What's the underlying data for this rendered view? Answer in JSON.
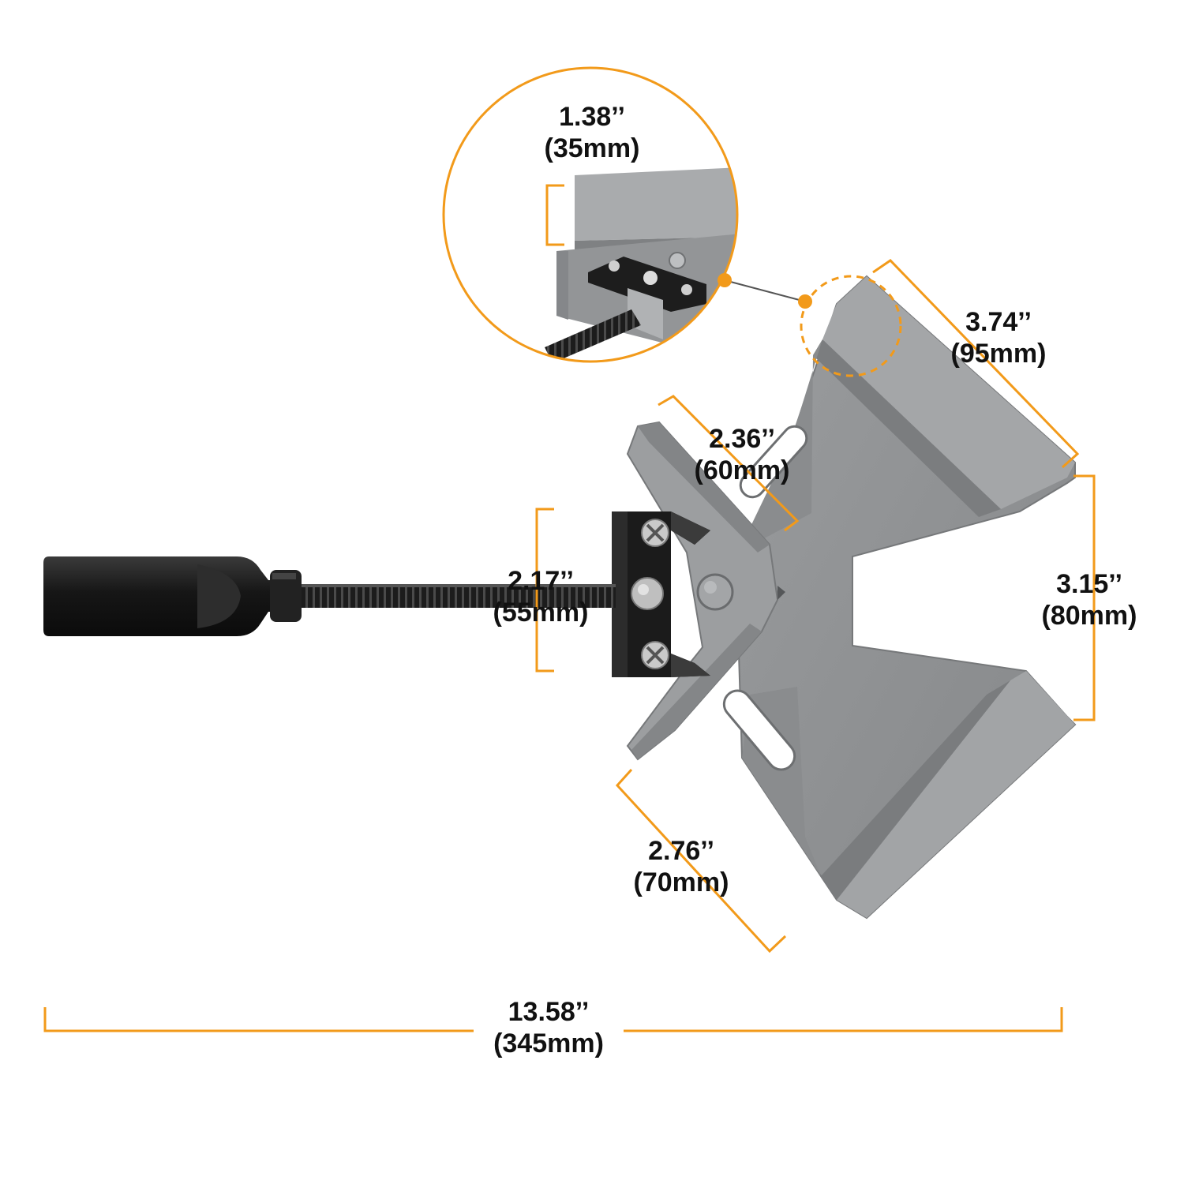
{
  "colors": {
    "accent": "#F29A1A",
    "clamp_body": "#8E9092",
    "clamp_shadow": "#6C6E70",
    "clamp_highlight": "#A9ABAD",
    "jaw_black": "#1A1A1A",
    "background": "#FFFFFF"
  },
  "icons": {
    "screw": "phillips-screw-icon",
    "handle": "handle-grip-icon"
  },
  "dimensions": {
    "detail_height": {
      "inch": "1.38’’",
      "mm": "(35mm)"
    },
    "fence_length": {
      "inch": "3.74’’",
      "mm": "(95mm)"
    },
    "jaw_width": {
      "inch": "2.36’’",
      "mm": "(60mm)"
    },
    "jaw_opening": {
      "inch": "2.17’’",
      "mm": "(55mm)"
    },
    "fence_height": {
      "inch": "3.15’’",
      "mm": "(80mm)"
    },
    "side_length": {
      "inch": "2.76’’",
      "mm": "(70mm)"
    },
    "total_length": {
      "inch": "13.58’’",
      "mm": "(345mm)"
    }
  }
}
